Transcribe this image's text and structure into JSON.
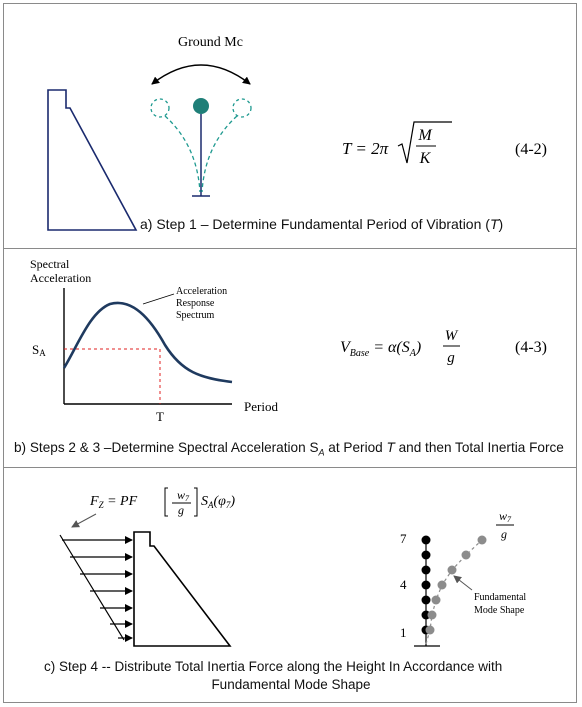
{
  "panel_a": {
    "ground_label": "Ground Mc",
    "equation_lhs": "T = 2π",
    "equation_num": "M",
    "equation_den": "K",
    "equation_number": "(4-2)",
    "caption_prefix": "a)  Step 1 – Determine Fundamental Period of Vibration (",
    "caption_var": "T",
    "caption_suffix": ")"
  },
  "panel_b": {
    "ylabel_line1": "Spectral",
    "ylabel_line2": "Acceleration",
    "curve_label_line1": "Acceleration",
    "curve_label_line2": "Response",
    "curve_label_line3": "Spectrum",
    "sa_label": "S",
    "sa_sub": "A",
    "t_label": "T",
    "xlabel": "Period",
    "equation_lhs": "V",
    "equation_lhs_sub": "Base",
    "equation_mid": " = α(S",
    "equation_mid_sub": "A",
    "equation_close": ")",
    "equation_num": "W",
    "equation_den": "g",
    "equation_number": "(4-3)",
    "caption": "b)  Steps 2 & 3 –Determine Spectral Acceleration S",
    "caption_sub": "A",
    "caption_mid": " at Period ",
    "caption_var": "T",
    "caption_end": " and then Total Inertia Force"
  },
  "panel_c": {
    "force_lhs": "F",
    "force_lhs_sub": "Z",
    "force_mid": " = PF",
    "force_frac_num": "w",
    "force_frac_num_sub": "7",
    "force_frac_den": "g",
    "force_tail": "S",
    "force_tail_sub": "A",
    "force_phi": "(φ",
    "force_phi_sub": "7",
    "force_phi_close": ")",
    "level_top": "7",
    "level_mid": "4",
    "level_bottom": "1",
    "wt_num": "w",
    "wt_num_sub": "7",
    "wt_den": "g",
    "mode_label_line1": "Fundamental",
    "mode_label_line2": "Mode Shape",
    "caption_line1": "c)   Step 4 -- Distribute Total Inertia Force along the Height In Accordance with",
    "caption_line2": "Fundamental Mode Shape"
  },
  "colors": {
    "line": "#000000",
    "curve": "#1f3a5f",
    "dashed_red": "#e02020",
    "teal": "#1f7f78",
    "mode_gray": "#8c8c8c"
  }
}
